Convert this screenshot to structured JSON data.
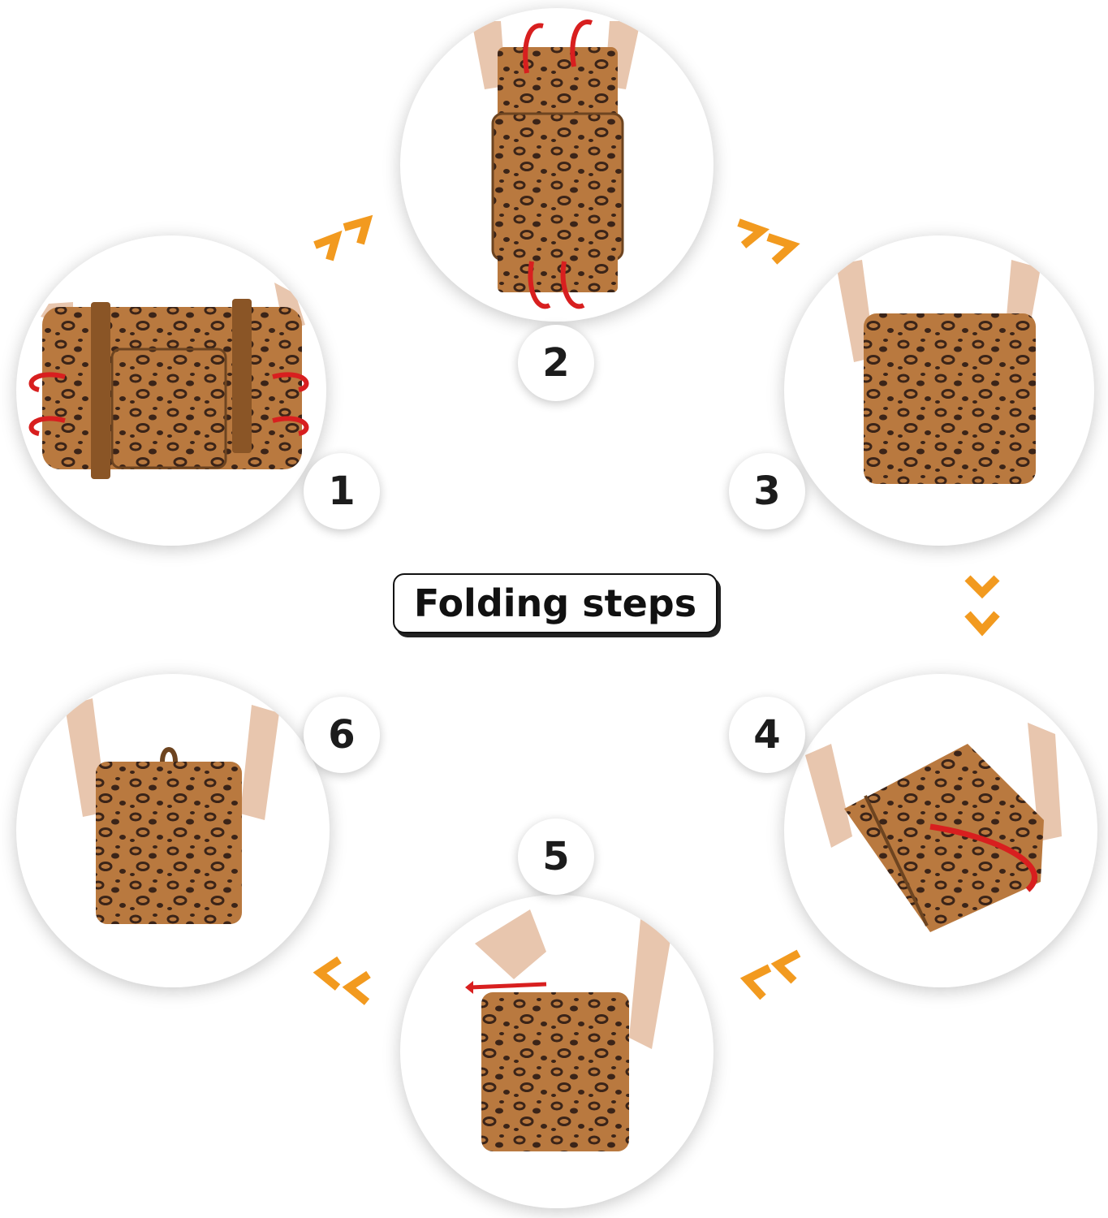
{
  "title": "Folding steps",
  "colors": {
    "accent": "#f29a1f",
    "curl_arrow": "#d81f1f",
    "fabric": "#b9793f",
    "spot": "#3b2418",
    "strap": "#8a5526"
  },
  "steps": [
    {
      "number": "1"
    },
    {
      "number": "2"
    },
    {
      "number": "3"
    },
    {
      "number": "4"
    },
    {
      "number": "5"
    },
    {
      "number": "6"
    }
  ],
  "flow_arrows": [
    "chevron-up-right-icon",
    "chevron-right-icon",
    "chevron-down-icon",
    "chevron-left-icon",
    "chevron-left-icon"
  ]
}
